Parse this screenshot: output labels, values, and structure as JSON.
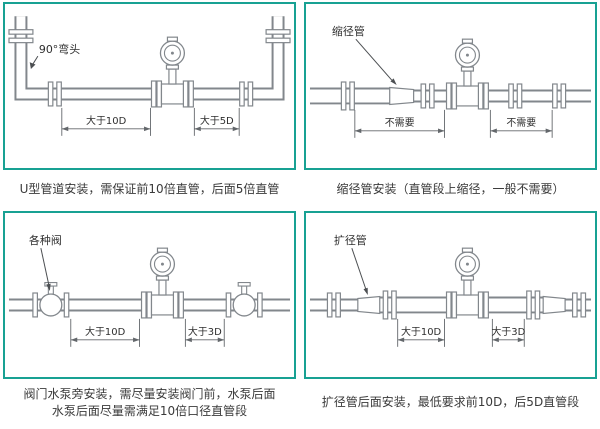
{
  "theme": {
    "frame_color": "#18a193",
    "line_color": "#82878c",
    "text_color": "#3a3a3a"
  },
  "panels": {
    "u_pipe": {
      "callout": "90°弯头",
      "dim_left": "大于10D",
      "dim_right": "大于5D",
      "caption": "U型管道安装，需保证前10倍直管，后面5倍直管"
    },
    "reducer": {
      "callout": "缩径管",
      "dim_left": "不需要",
      "dim_right": "不需要",
      "caption": "缩径管安装（直管段上缩径，一般不需要）"
    },
    "valve_pump": {
      "callout": "各种阀",
      "dim_left": "大于10D",
      "dim_right": "大于3D",
      "caption_line1": "阀门水泵旁安装，需尽量安装阀门前，水泵后面",
      "caption_line2": "水泵后面尽量需满足10倍口径直管段"
    },
    "expander": {
      "callout": "扩径管",
      "dim_left": "大于10D",
      "dim_right": "大于3D",
      "caption": "扩径管后面安装，最低要求前10D，后5D直管段"
    }
  }
}
